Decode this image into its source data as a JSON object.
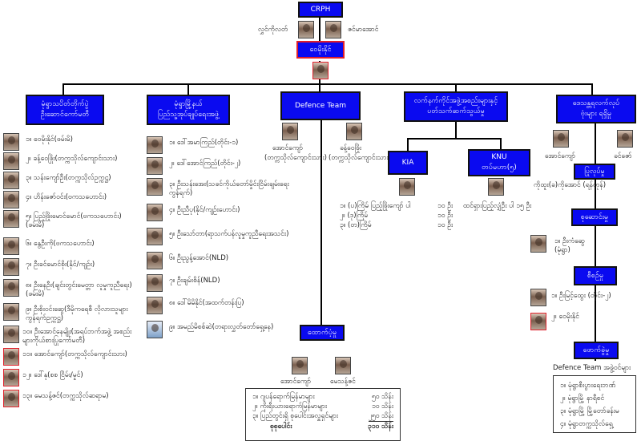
{
  "top": {
    "crph_label": "CRPH",
    "crph_left_name": "လွှင်ကိုလတ်",
    "crph_right_name": "ဇင်မာအောင်",
    "leader_label": "ဝေမိုးနိုင်"
  },
  "departments": [
    {
      "label_line1": "မုံရွာသပိတ်တိုက်ပွဲ",
      "label_line2": "ဦးဆောင်ကော်မတီ"
    },
    {
      "label_line1": "မုံရွာမြို့နယ်",
      "label_line2": "ပြည်သူ့အုပ်ချုပ်ရေးအဖွဲ့"
    },
    {
      "label_line1": "Defence Team",
      "label_line2": ""
    },
    {
      "label_line1": "လက်နက်ကိုင်အဖွဲ့အစည်းများနှင့်",
      "label_line2": "ပတ်သက်ဆက်သွယ်မှု"
    },
    {
      "label_line1": "ဒေသန္တရလက်လုပ်",
      "label_line2": "ဗုံးများ ရရှိမှု"
    }
  ],
  "strike_committee": [
    "၁။ ဝေမိုးနိုင်(ဖမ်းမိ)",
    "၂။ ခန့်ဝေဖြိုး(တက္ကသိုလ်ကျောင်းသား)",
    "၃။ သန်းကျော်ဦး(တက္ကသိုလ်ဥက္ကဋ္ဌ)",
    "၄။ ဟိန်းဇော်ဝင်း(ဗကသဟောင်း)",
    "၅။ ပြည့်ဖြိုးမောင်မောင်(ဗကသဟောင်း) (ဖမ်းမိ)",
    "၆။ နွေဦးကို(ဗကသဟောင်း)",
    "၇။ ဦးခင်မောင်စိုး(နိုင်/ကျဉ်း)",
    "၈။ ဦးနေဦး(ချင်းတွင်းမေတ္တာ လူမှုကူညီရေး)(ဖမ်းမိ)",
    "၉။ ဦးစိုးဝင်းဆွေ(ဒီမိုကရေစီ လိုလားသူများကွန်ရက်ဥက္ကဋ္ဌ)",
    "၁၀။ ဦးအောင်နေမျိုး(အရပ်ဘက်အဖွဲ့ အစည်းများကိုယ်စားပြုကော်မတီ)",
    "၁၁။ အောင်ကျော်(တက္ကသိုလ်ကျောင်းသား)",
    "၁၂။ ဒေါ်နု(စစ ငြိမ်း/မှုင်)",
    "၁၃။ မေသန့်ဇင်(တက္ကသိုလ်ဆရာမ)"
  ],
  "administration": [
    "၁။ ဒေါ်အမာကြည်(တိုင်း-၁)",
    "၂။ ဒေါ်အောင်ကြည်(တိုင်း-၂)",
    "၃။ ဦးသန်းအေး(သခင်ကိုယ်တော်မှိုင်းငြိမ်းချမ်းရေး ကွန်ရက်)",
    "၄။ ဦးညီပု(နိုင်/ကျဉ်းဟောင်း)",
    "၅။ ဦးသော်တာ(ရာသက်ပန်လူမှုကူညီရေးအသင်း)",
    "၆။ ဦးညွန့်အောင်(NLD)",
    "၇။ ဦးချမ်းစိန်(NLD)",
    "၈။ ဒေါ်မိမိနိုင်(အထက်တန်းပြ)",
    "၉။ အမည်မိစစ်ဆဲ(တရားလွှတ်တော်ရှေ့နေ)"
  ],
  "defence_team": {
    "member1_name": "အောင်ကျော်",
    "member1_role": "(တက္ကသိုလ်ကျောင်းသား)",
    "member2_name": "ခန့်ဝေဖြိုး",
    "member2_role": "(တက္ကသိုလ်ကျောင်းသား)",
    "support_label": "ထောက်ပံ့မှု",
    "support_member1": "အောင်ကျော်",
    "support_member2": "မေသန့်ဇင်",
    "funds": [
      {
        "label": "၁။ ဂျပန်ရောက်မြန်မာများ",
        "amount": "၅၀ သိန်း"
      },
      {
        "label": "၂။ ကိုးရီးယားရောက်မြန်မာများ",
        "amount": "၁၀ သိန်း"
      },
      {
        "label": "၃။ ပြည်တွင်းရှိ စုပေါင်းအလှူရှင်များ",
        "amount": "၂၅၀ သိန်း"
      }
    ],
    "funds_total_label": "စုစုပေါင်း",
    "funds_total_amount": "၃၁၀ သိန်း"
  },
  "armed_groups": {
    "kia_label": "KIA",
    "knu_label_line1": "KNU",
    "knu_label_line2": "တပ်မဟာ(၅)",
    "kia_rows": [
      {
        "label": "၁။ (ပ)ကြိမ် ပြည့်ဖြိုးကျော် ပါ",
        "count": "၁၀ ဦး"
      },
      {
        "label": "၂။ (ဒု)ကြိမ်",
        "count": "၁၀ ဦး"
      },
      {
        "label": "၃။ (တ)ကြိမ်",
        "count": "၁၀ ဦး"
      }
    ],
    "knu_row": "ထင်ရှားပြည့်လျှံဦး ပါ ၁၅ ဦး"
  },
  "bombs": {
    "member1": "အောင်ကျော်",
    "member2": "ခင်ဇော်",
    "production_label": "ပြုလုပ်မှု",
    "production_person": "ကိုထူး(ခ)ကိုအောင် (ရန်ကုန်)",
    "collection_label": "စုဆောင်းမှု",
    "collection_person": "၁။ ဦးကံဆွေ (မုံရွာ)",
    "planning_label": "စီစဉ်မှု",
    "planning_people": [
      "၁။ ဦးမြင့်ထွေး (တိုင်း-၂)",
      "၂။ ဝေမိုးနိုင်"
    ],
    "attack_label": "ဖောက်ခွဲမှု",
    "targets_title": "Defence Team အဖွဲ့ဝင်များ",
    "targets": [
      "၁။ မုံရွာစီးပွားရေးဘဏ်",
      "၂။ မုံရွာမြို့ နာရီစင်",
      "၃။ မုံရွာမြို့ မြို့တော်ခန်းမ",
      "၄။ မုံရွာတက္ကသိုလ်ရှေ့"
    ]
  },
  "colors": {
    "box_blue": "#0a0af0",
    "highlight_red": "#e0202a"
  }
}
